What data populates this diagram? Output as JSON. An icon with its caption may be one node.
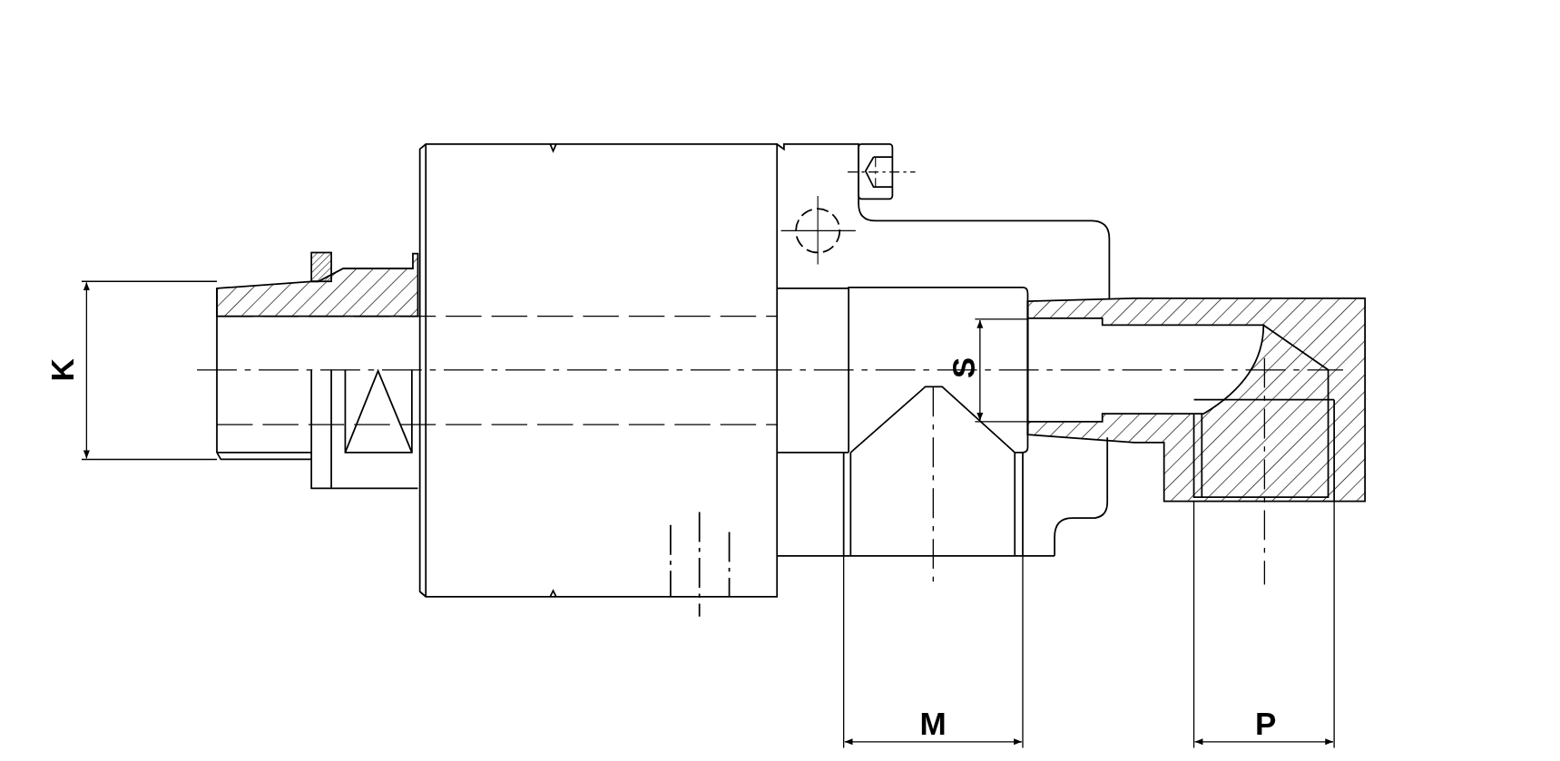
{
  "diagram": {
    "labels": [
      "K",
      "S",
      "M",
      "P"
    ]
  }
}
